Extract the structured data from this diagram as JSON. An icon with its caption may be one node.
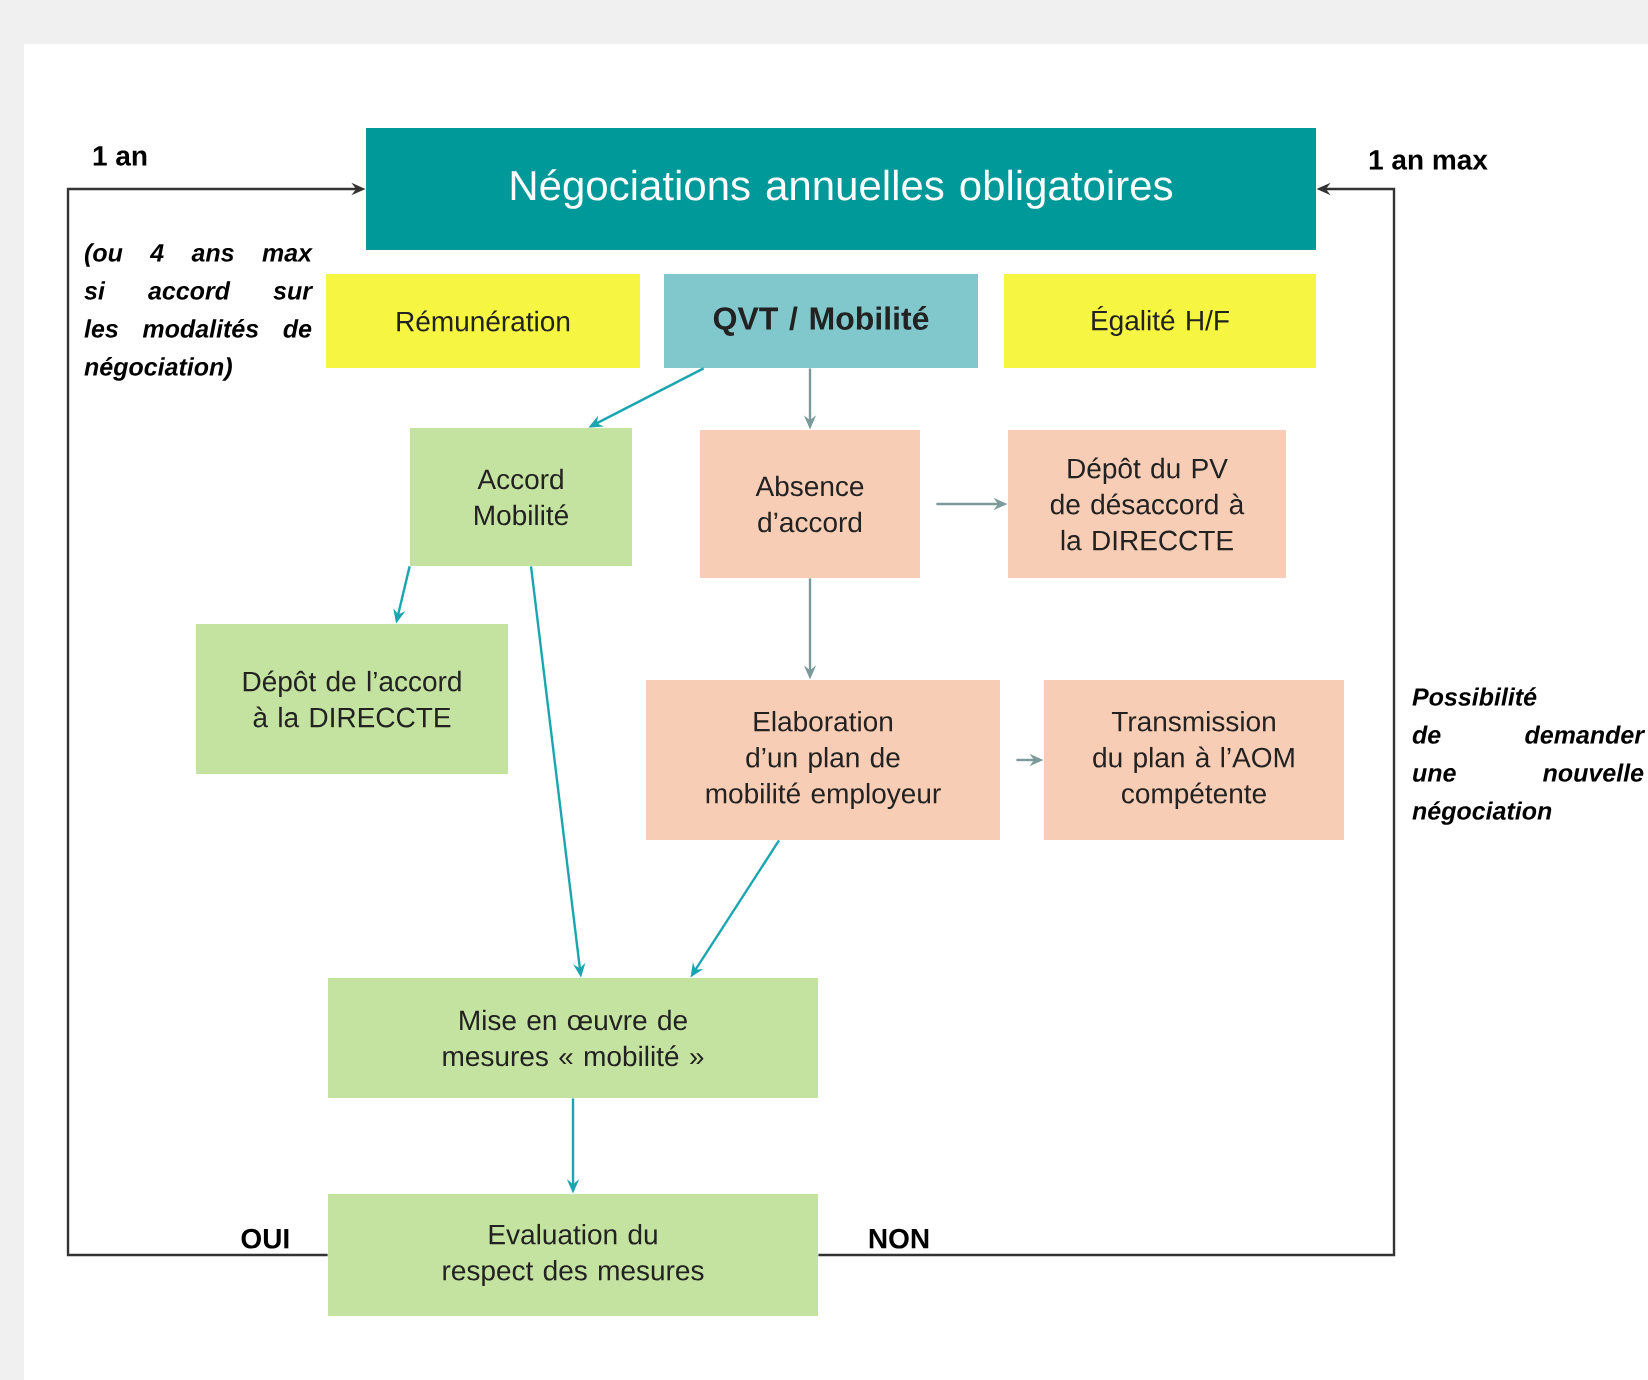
{
  "diagram": {
    "nodes": [
      {
        "text": [
          "Négociations annuelles obligatoires"
        ]
      },
      {
        "text": [
          "Rémunération"
        ]
      },
      {
        "text": [
          "QVT / Mobilité"
        ]
      },
      {
        "text": [
          "Égalité H/F"
        ]
      },
      {
        "text": [
          "Accord Mobilité"
        ]
      },
      {
        "text": [
          "Absence d’accord"
        ]
      },
      {
        "text": [
          "Dépôt du PV de désaccord à la DIRECCTE"
        ]
      },
      {
        "text": [
          "Dépôt de l’accord à la DIRECCTE"
        ]
      },
      {
        "text": [
          "Elaboration d’un plan de mobilité employeur"
        ]
      },
      {
        "text": [
          "Transmission du plan à l’AOM compétente"
        ]
      },
      {
        "text": [
          "Mise en œuvre de mesures « mobilité »"
        ]
      },
      {
        "text": [
          "Evaluation du respect des mesures"
        ]
      }
    ],
    "edges": [
      {
        "from": 2,
        "to": 4,
        "arrow": "to"
      },
      {
        "from": 2,
        "to": 5,
        "arrow": "to",
        "color": "#7d9a9a"
      },
      {
        "from": 5,
        "to": 6,
        "arrow": "to",
        "color": "#7d9a9a"
      },
      {
        "from": 4,
        "to": 7,
        "arrow": "to"
      },
      {
        "from": 5,
        "to": 8,
        "arrow": "to",
        "color": "#7d9a9a"
      },
      {
        "from": 8,
        "to": 9,
        "arrow": "to",
        "color": "#7d9a9a"
      },
      {
        "from": 4,
        "to": 10,
        "arrow": "to"
      },
      {
        "from": 8,
        "to": 10,
        "arrow": "to"
      },
      {
        "from": 10,
        "to": 11,
        "arrow": "to"
      },
      {
        "from": 11,
        "to": 0,
        "arrow": "to",
        "label": "OUI",
        "color": "#333333"
      },
      {
        "from": 11,
        "to": 0,
        "arrow": "to",
        "label": "NON",
        "color": "#333333"
      }
    ],
    "labels": [
      "1 an",
      "1 an max",
      "(ou 4 ans max si accord sur les modalités de négociation)",
      "Possibilité de demander une nouvelle négociation"
    ]
  }
}
